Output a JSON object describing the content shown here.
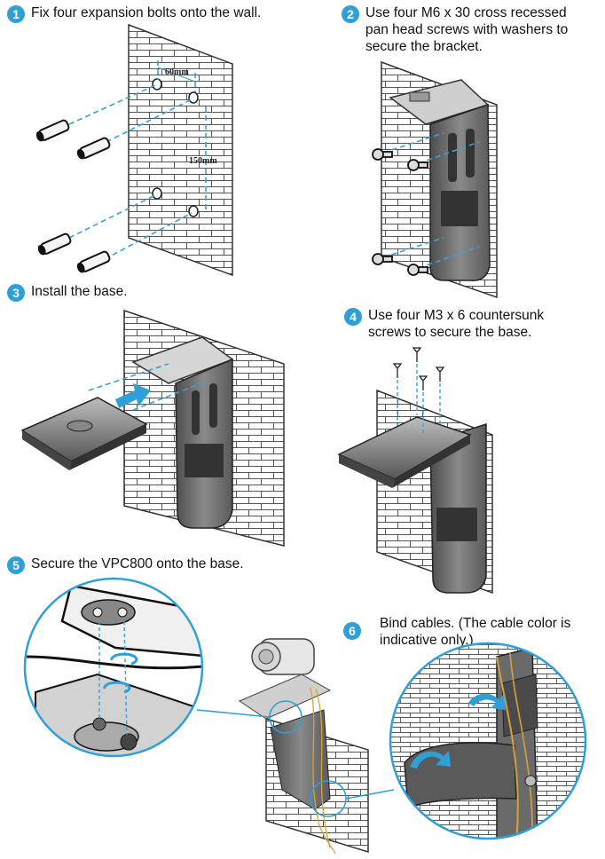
{
  "steps": [
    {
      "number": "1",
      "text": "Fix four expansion bolts onto the wall."
    },
    {
      "number": "2",
      "text": "Use four M6 x 30 cross recessed\npan head screws with washers to\nsecure the bracket."
    },
    {
      "number": "3",
      "text": "Install the base."
    },
    {
      "number": "4",
      "text": "Use four M3 x 6 countersunk\nscrews to secure the base."
    },
    {
      "number": "5",
      "text": "Secure the VPC800 onto the base."
    },
    {
      "number": "6",
      "text": "Bind cables. (The cable color is\nindicative only.)"
    }
  ],
  "dimensions": {
    "horizontal": "60mm",
    "vertical": "150mm"
  },
  "colors": {
    "badge": "#2f9fd8",
    "dashed_line": "#3aa0d8",
    "arrow": "#2f9fd8",
    "cable": "#d9a13a",
    "bracket": "#6c6c6c",
    "wall_line": "#555555"
  }
}
